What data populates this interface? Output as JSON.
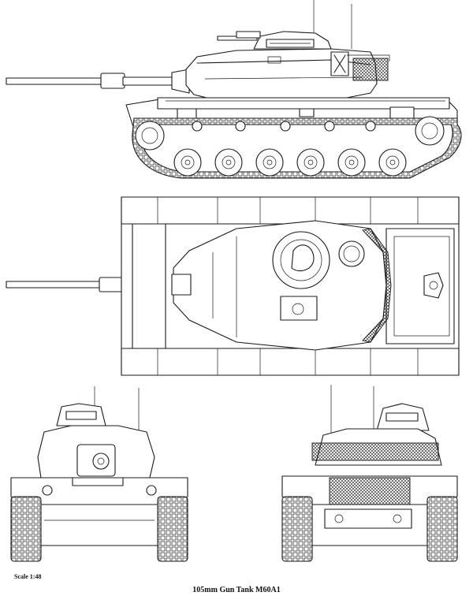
{
  "drawing": {
    "subject": "105mm Gun Tank M60A1",
    "scale": "Scale 1:48",
    "views": [
      "side-view",
      "top-view",
      "front-view",
      "rear-view"
    ]
  }
}
